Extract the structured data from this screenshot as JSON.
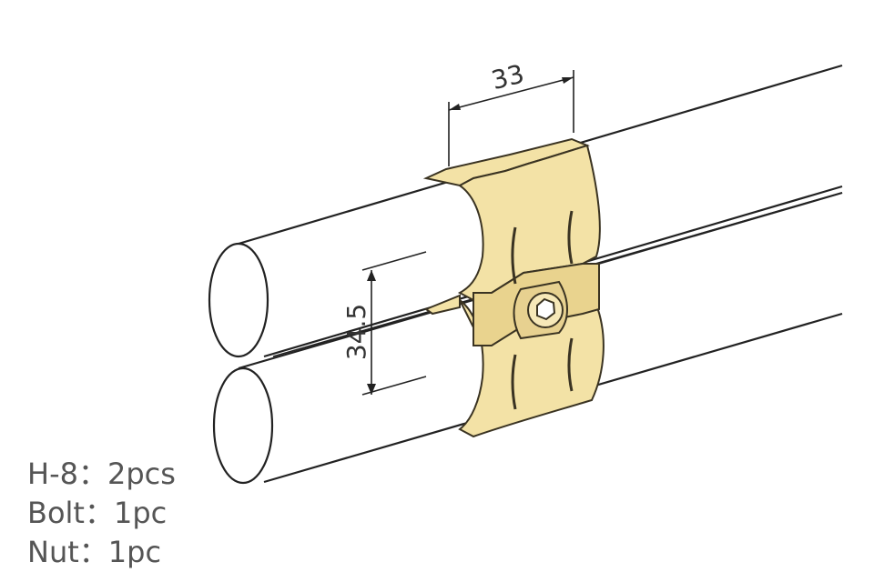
{
  "dimensions": {
    "width_label": "33",
    "height_label": "34.5"
  },
  "parts_list": [
    {
      "name": "H-8",
      "separator": "：",
      "qty": "2pcs"
    },
    {
      "name": "Bolt",
      "separator": "：",
      "qty": "1pc"
    },
    {
      "name": "Nut",
      "separator": "：",
      "qty": "1pc"
    }
  ],
  "colors": {
    "clamp_fill": "#f3e2a6",
    "clamp_stroke": "#3a3322",
    "pipe_stroke": "#222222",
    "dimension_line": "#222222",
    "text": "#555555"
  }
}
